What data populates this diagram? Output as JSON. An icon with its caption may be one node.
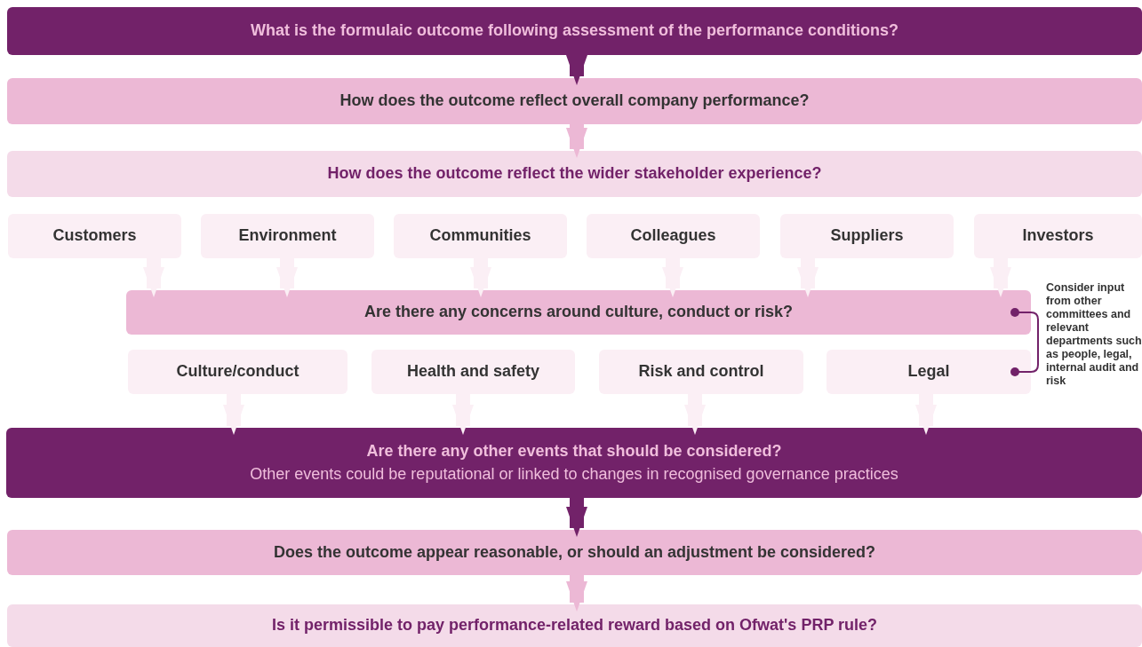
{
  "diagram": {
    "nodes": [
      {
        "text": [
          "What is the formulaic outcome following assessment of the performance conditions?"
        ]
      },
      {
        "text": [
          "How does the outcome reflect overall company performance?"
        ]
      },
      {
        "text": [
          "How does the outcome reflect the wider stakeholder experience?"
        ]
      },
      {
        "text": [
          "Customers"
        ]
      },
      {
        "text": [
          "Environment"
        ]
      },
      {
        "text": [
          "Communities"
        ]
      },
      {
        "text": [
          "Colleagues"
        ]
      },
      {
        "text": [
          "Suppliers"
        ]
      },
      {
        "text": [
          "Investors"
        ]
      },
      {
        "text": [
          "Are there any concerns around culture, conduct or risk?"
        ]
      },
      {
        "text": [
          "Culture/conduct"
        ]
      },
      {
        "text": [
          "Health and safety"
        ]
      },
      {
        "text": [
          "Risk and control"
        ]
      },
      {
        "text": [
          "Legal"
        ]
      },
      {
        "text": [
          "Are there any other events that should be considered?",
          "Other events could be reputational or linked to changes in recognised governance practices"
        ]
      },
      {
        "text": [
          "Does the outcome appear reasonable, or should an adjustment be considered?"
        ]
      },
      {
        "text": [
          "Is it permissible to pay performance-related reward based on Ofwat's PRP rule?"
        ]
      },
      {
        "text": [
          "Consider input from other committees and relevant departments such as people, legal, internal audit and risk"
        ]
      }
    ],
    "edges": [
      {
        "from": 0,
        "to": 1,
        "arrow": "to",
        "color": "#722269"
      },
      {
        "from": 1,
        "to": 2,
        "arrow": "to",
        "color": "#ecb8d5"
      },
      {
        "from": 3,
        "to": 9,
        "arrow": "to"
      },
      {
        "from": 4,
        "to": 9,
        "arrow": "to"
      },
      {
        "from": 5,
        "to": 9,
        "arrow": "to"
      },
      {
        "from": 6,
        "to": 9,
        "arrow": "to"
      },
      {
        "from": 7,
        "to": 9,
        "arrow": "to"
      },
      {
        "from": 8,
        "to": 9,
        "arrow": "to"
      },
      {
        "from": 10,
        "to": 14,
        "arrow": "to"
      },
      {
        "from": 11,
        "to": 14,
        "arrow": "to"
      },
      {
        "from": 12,
        "to": 14,
        "arrow": "to"
      },
      {
        "from": 13,
        "to": 14,
        "arrow": "to"
      },
      {
        "from": 14,
        "to": 15,
        "arrow": "to",
        "color": "#722269"
      },
      {
        "from": 15,
        "to": 16,
        "arrow": "to",
        "color": "#ecb8d5"
      },
      {
        "from": 17,
        "to": 9,
        "arrow": "other",
        "color": "#722269"
      },
      {
        "from": 17,
        "to": 13,
        "arrow": "other",
        "color": "#722269"
      }
    ]
  }
}
